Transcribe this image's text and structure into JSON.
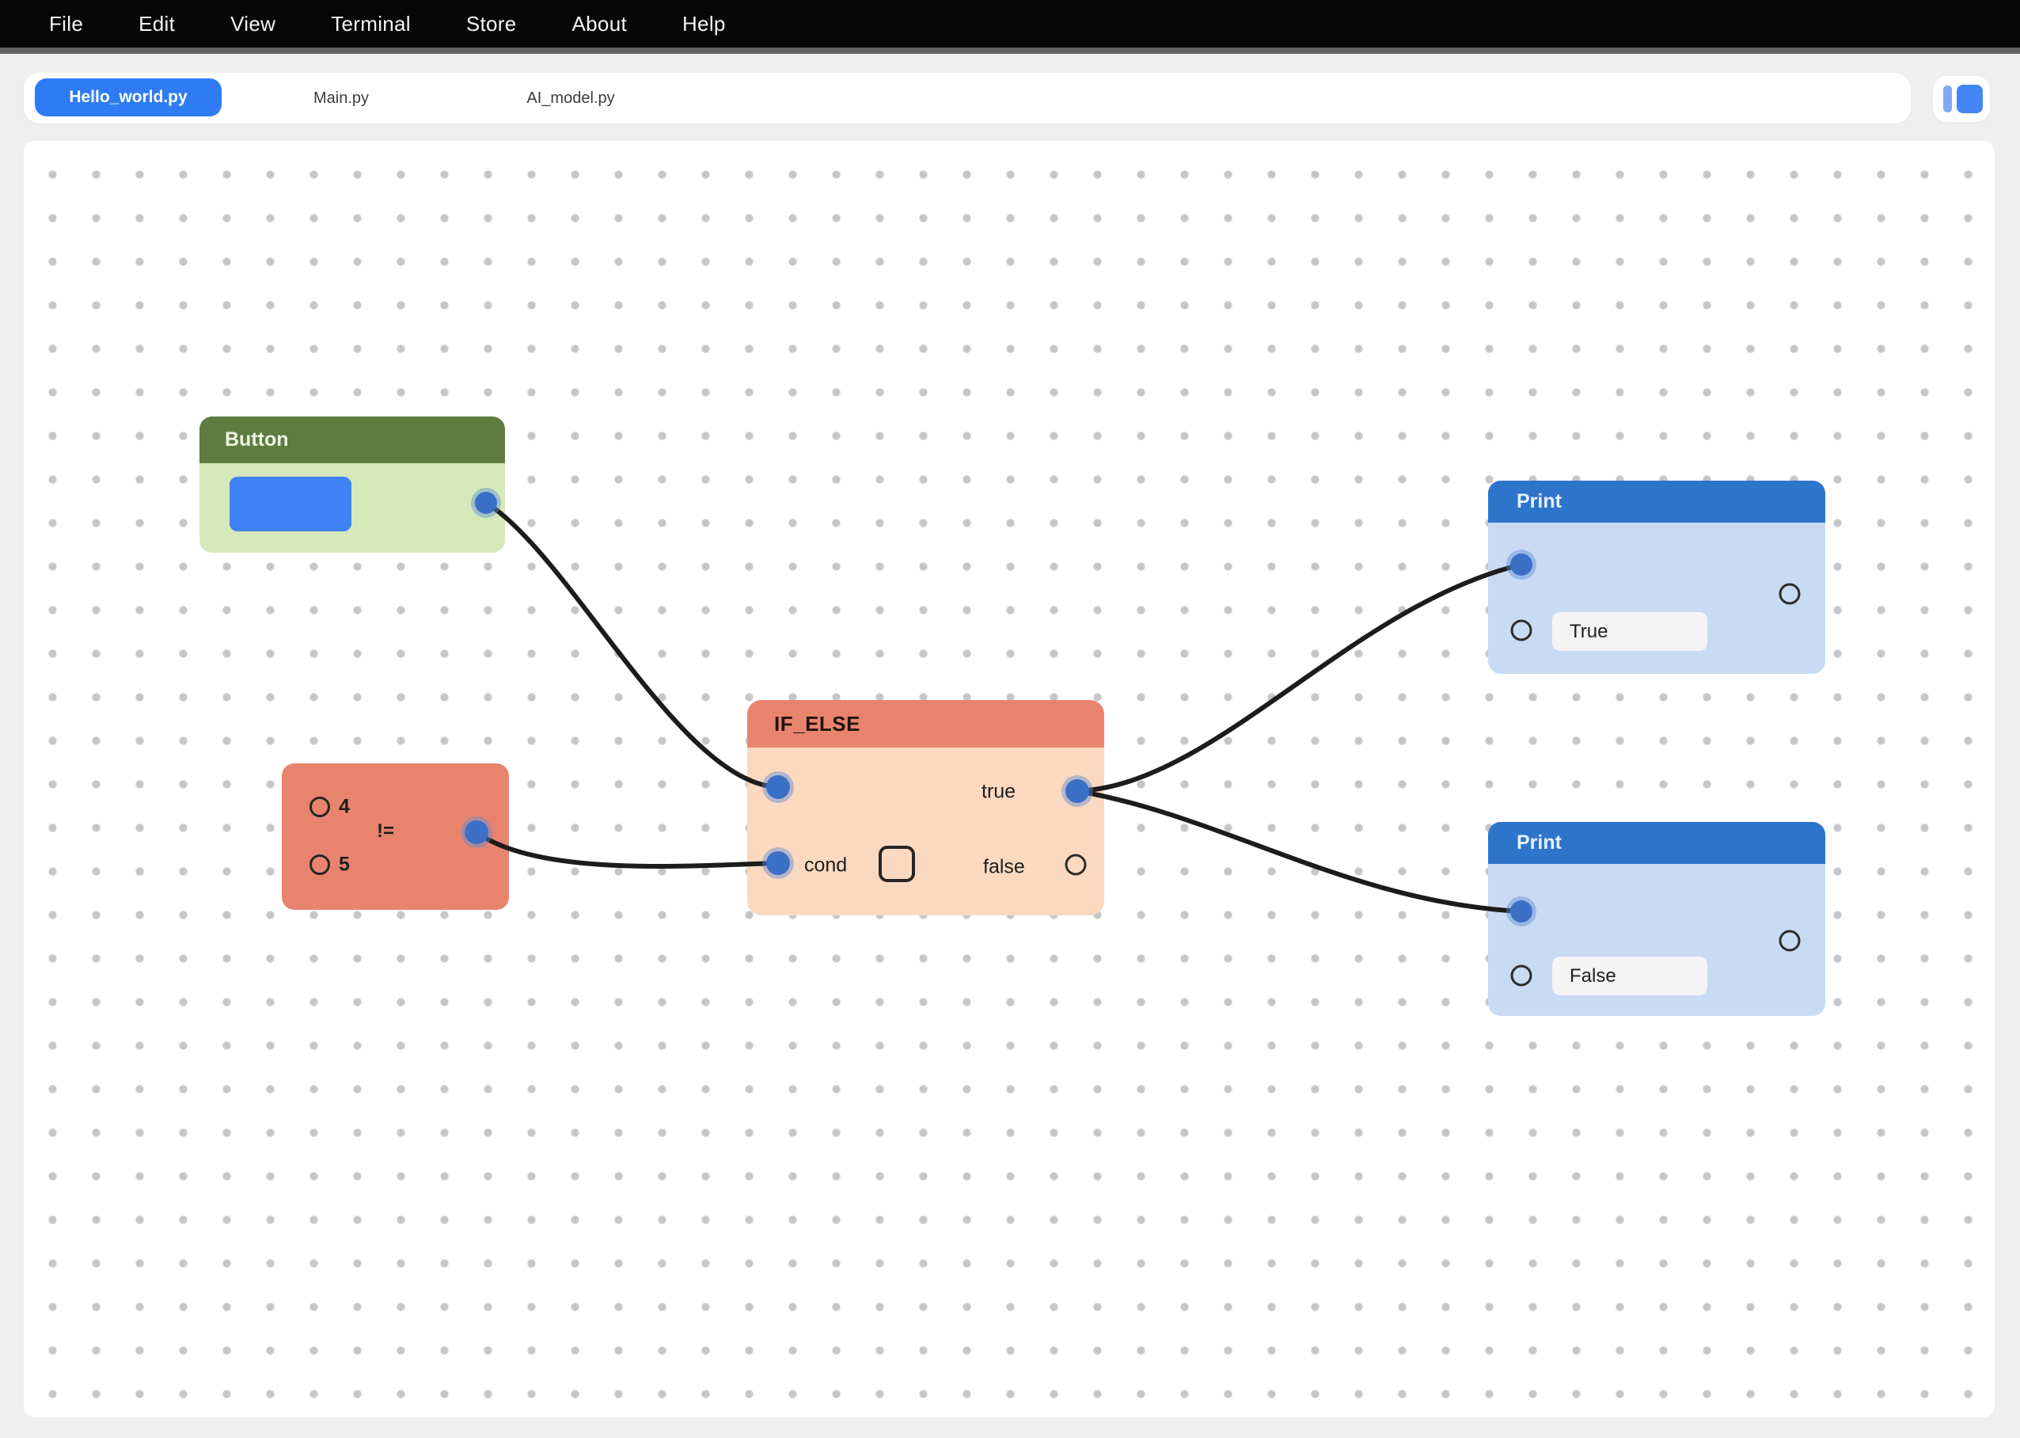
{
  "menu": {
    "items": [
      "File",
      "Edit",
      "View",
      "Terminal",
      "Store",
      "About",
      "Help"
    ]
  },
  "tabs": {
    "items": [
      {
        "label": "Hello_world.py",
        "active": true
      },
      {
        "label": "Main.py",
        "active": false
      },
      {
        "label": "AI_model.py",
        "active": false
      }
    ],
    "layout_button_icon": "split-view-icon"
  },
  "canvas": {
    "nodes": {
      "button": {
        "title": "Button"
      },
      "compare": {
        "option_a": "4",
        "option_b": "5",
        "operator": "!="
      },
      "if_else": {
        "title": "IF_ELSE",
        "cond_label": "cond",
        "true_label": "true",
        "false_label": "false",
        "checkbox_checked": false
      },
      "print_true": {
        "title": "Print",
        "value": "True"
      },
      "print_false": {
        "title": "Print",
        "value": "False"
      }
    },
    "connections": [
      {
        "from": "button.out",
        "to": "if_else.in"
      },
      {
        "from": "compare.out",
        "to": "if_else.cond"
      },
      {
        "from": "if_else.true",
        "to": "print_true.in"
      },
      {
        "from": "if_else.true",
        "to": "print_false.in"
      }
    ],
    "colors": {
      "button_header": "#5e7c40",
      "button_body": "#d5e9bb",
      "button_accent": "#3f82f5",
      "compare_body": "#e8846e",
      "if_else_header": "#e8846e",
      "if_else_body": "#fbd9c0",
      "print_header": "#2d74cb",
      "print_body": "#c9daf3",
      "port_connected": "#3b70c6",
      "wire": "#1c1c1c",
      "active_tab": "#2e7bf3"
    }
  }
}
